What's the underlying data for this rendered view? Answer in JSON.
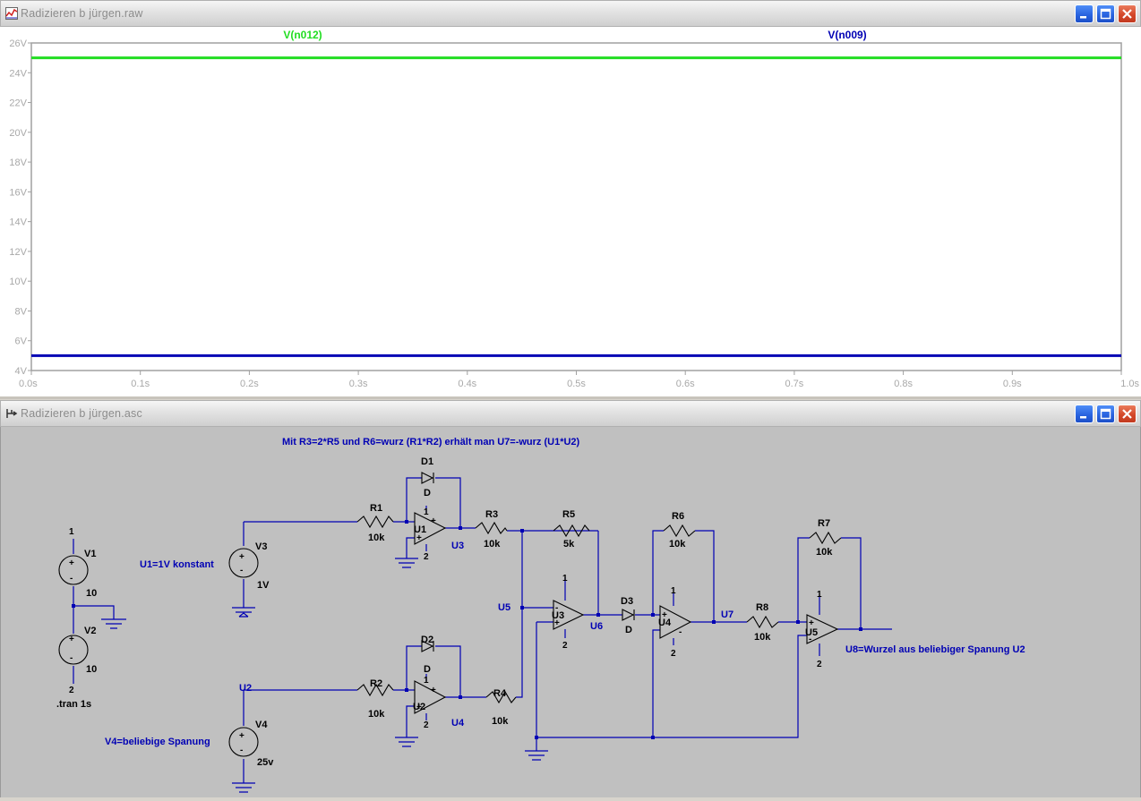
{
  "plot_window": {
    "title": "Radizieren b jürgen.raw",
    "buttons": {
      "minimize": "minimize",
      "maximize": "maximize",
      "close": "close"
    }
  },
  "schematic_window": {
    "title": "Radizieren b jürgen.asc",
    "buttons": {
      "minimize": "minimize",
      "maximize": "maximize",
      "close": "close"
    }
  },
  "chart_data": {
    "type": "line",
    "title": "",
    "xlabel": "",
    "ylabel": "",
    "x_ticks": [
      "0.0s",
      "0.1s",
      "0.2s",
      "0.3s",
      "0.4s",
      "0.5s",
      "0.6s",
      "0.7s",
      "0.8s",
      "0.9s",
      "1.0s"
    ],
    "y_ticks": [
      "4V",
      "6V",
      "8V",
      "10V",
      "12V",
      "14V",
      "16V",
      "18V",
      "20V",
      "22V",
      "24V",
      "26V"
    ],
    "xlim": [
      0,
      1.0
    ],
    "ylim": [
      4,
      26
    ],
    "grid": false,
    "series": [
      {
        "name": "V(n012)",
        "color": "#22dd22",
        "x": [
          0,
          1.0
        ],
        "y": [
          25,
          25
        ]
      },
      {
        "name": "V(n009)",
        "color": "#0000b4",
        "x": [
          0,
          1.0
        ],
        "y": [
          5,
          5
        ]
      }
    ]
  },
  "schematic": {
    "wire_color": "#0000b4",
    "header_text": "Mit R3=2*R5 und R6=wurz (R1*R2) erhält man U7=-wurz (U1*U2)",
    "components": {
      "V1": {
        "name": "V1",
        "value": "10"
      },
      "V2": {
        "name": "V2",
        "value": "10"
      },
      "V3": {
        "name": "V3",
        "value": "1V"
      },
      "V4": {
        "name": "V4",
        "value": "25v"
      },
      "R1": {
        "name": "R1",
        "value": "10k"
      },
      "R2": {
        "name": "R2",
        "value": "10k"
      },
      "R3": {
        "name": "R3",
        "value": "10k"
      },
      "R4": {
        "name": "R4",
        "value": "10k"
      },
      "R5": {
        "name": "R5",
        "value": "5k"
      },
      "R6": {
        "name": "R6",
        "value": "10k"
      },
      "R7": {
        "name": "R7",
        "value": "10k"
      },
      "R8": {
        "name": "R8",
        "value": "10k"
      },
      "D1": {
        "name": "D1",
        "value": "D"
      },
      "D2": {
        "name": "D2",
        "value": "D"
      },
      "D3": {
        "name": "D3",
        "value": "D"
      },
      "U1": {
        "name": "U1"
      },
      "U2": {
        "name": "U2"
      },
      "U3": {
        "name": "U3"
      },
      "U4": {
        "name": "U4"
      },
      "U5": {
        "name": "U5"
      }
    },
    "net_labels": {
      "u1": "U1=1V konstant",
      "u2": "U2",
      "u3": "U3",
      "u4": "U4",
      "u5": "U5",
      "u6": "U6",
      "u7": "U7",
      "v4": "V4=beliebige Spanung",
      "u8": "U8=Wurzel aus beliebiger Spanung U2"
    },
    "spice_directive": ".tran 1s",
    "pin_labels": {
      "one": "1",
      "two": "2",
      "plus": "+",
      "minus": "-"
    }
  }
}
